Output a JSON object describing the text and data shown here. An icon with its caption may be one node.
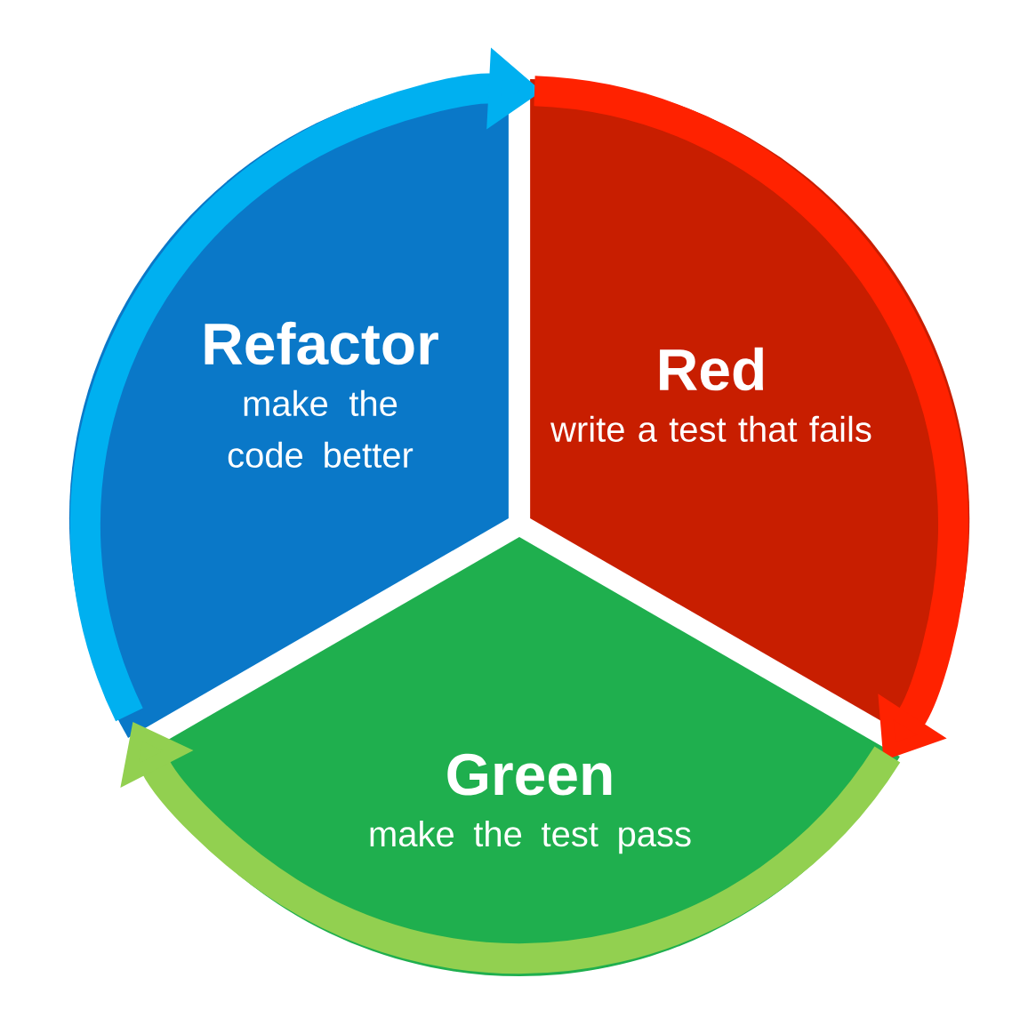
{
  "diagram": {
    "nodes": [
      {
        "text": [
          "Refactor",
          "make the code better"
        ]
      },
      {
        "text": [
          "Red",
          "write a test that fails"
        ]
      },
      {
        "text": [
          "Green",
          "make the test pass"
        ]
      }
    ],
    "edges": [
      {
        "from": 0,
        "to": 1,
        "arrow": "to",
        "color": "#00b0f0"
      },
      {
        "from": 1,
        "to": 2,
        "arrow": "to",
        "color": "#ff2200"
      },
      {
        "from": 2,
        "to": 0,
        "arrow": "to",
        "color": "#92d050"
      }
    ]
  }
}
